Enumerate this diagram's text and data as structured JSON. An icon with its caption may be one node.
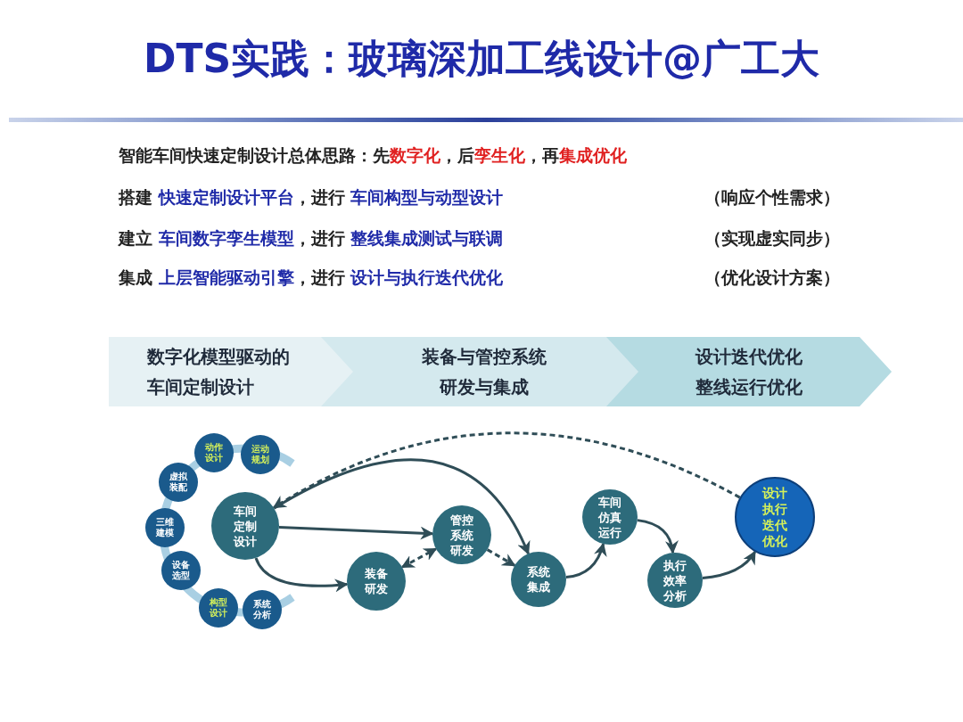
{
  "diagram": {
    "title": "DTS实践：玻璃深加工线设计@广工大",
    "nodes": [
      {
        "text": [
          "数字化模型驱动的车间定制设计"
        ]
      },
      {
        "text": [
          "装备与管控系统研发与集成"
        ]
      },
      {
        "text": [
          "设计迭代优化整线运行优化"
        ]
      },
      {
        "text": [
          "动作设计"
        ]
      },
      {
        "text": [
          "运动规划"
        ]
      },
      {
        "text": [
          "虚拟装配"
        ]
      },
      {
        "text": [
          "三维建模"
        ]
      },
      {
        "text": [
          "设备选型"
        ]
      },
      {
        "text": [
          "构型设计"
        ]
      },
      {
        "text": [
          "系统分析"
        ]
      },
      {
        "text": [
          "车间定制设计"
        ]
      },
      {
        "text": [
          "装备研发"
        ]
      },
      {
        "text": [
          "管控系统研发"
        ]
      },
      {
        "text": [
          "系统集成"
        ]
      },
      {
        "text": [
          "车间仿真运行"
        ]
      },
      {
        "text": [
          "执行效率分析"
        ]
      },
      {
        "text": [
          "设计执行迭代优化"
        ]
      }
    ],
    "edges": [
      {
        "from": 10,
        "to": 12,
        "arrow": "to"
      },
      {
        "from": 10,
        "to": 13,
        "arrow": "to"
      },
      {
        "from": 10,
        "to": 11,
        "arrow": "to"
      },
      {
        "from": 11,
        "to": 12,
        "arrow": "both",
        "style": "dashed"
      },
      {
        "from": 12,
        "to": 13,
        "arrow": "to",
        "style": "dashed"
      },
      {
        "from": 13,
        "to": 14,
        "arrow": "to"
      },
      {
        "from": 14,
        "to": 15,
        "arrow": "to"
      },
      {
        "from": 15,
        "to": 16,
        "arrow": "to"
      },
      {
        "from": 16,
        "to": 10,
        "arrow": "to",
        "style": "dashed"
      }
    ],
    "labels": [
      "智能车间快速定制设计总体思路：先**数字化**，后**孪生化**，再**集成优化**",
      "搭建 **快速定制设计平台**，进行 **车间构型与动型设计**",
      "（响应个性需求）",
      "建立 **车间数字孪生模型**，进行 **整线集成测试与联调**",
      "（实现虚实同步）",
      "集成 **上层智能驱动引擎**，进行 **设计与执行迭代优化**",
      "（优化设计方案）"
    ]
  }
}
